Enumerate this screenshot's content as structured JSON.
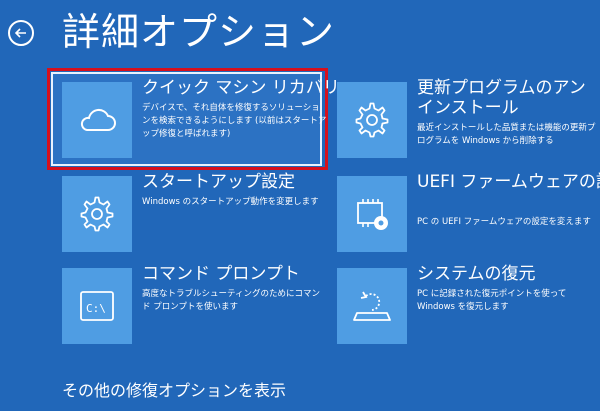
{
  "page": {
    "title": "詳細オプション"
  },
  "options": [
    {
      "title": "クイック マシン リカバリー",
      "description": "デバイスで、それ自体を修復するソリューションを検索できるようにします (以前はスタートアップ修復と呼ばれます)",
      "icon": "cloud-icon"
    },
    {
      "title": "更新プログラムのアンインストール",
      "description": "最近インストールした品質または機能の更新プログラムを Windows から削除する",
      "icon": "gear-icon"
    },
    {
      "title": "スタートアップ設定",
      "description": "Windows のスタートアップ動作を変更します",
      "icon": "gear-icon"
    },
    {
      "title": "UEFI ファームウェアの設定",
      "description": "PC の UEFI ファームウェアの設定を変えます",
      "icon": "chip-gear-icon"
    },
    {
      "title": "コマンド プロンプト",
      "description": "高度なトラブルシューティングのためにコマンド プロンプトを使います",
      "icon": "command-prompt-icon"
    },
    {
      "title": "システムの復元",
      "description": "PC に記録された復元ポイントを使って Windows を復元します",
      "icon": "system-restore-icon"
    }
  ],
  "footer": {
    "more_options_label": "その他の修復オプションを表示"
  },
  "colors": {
    "background": "#2167b9",
    "tile": "#4f9de3",
    "highlight": "#d6101c",
    "text": "#ffffff"
  }
}
